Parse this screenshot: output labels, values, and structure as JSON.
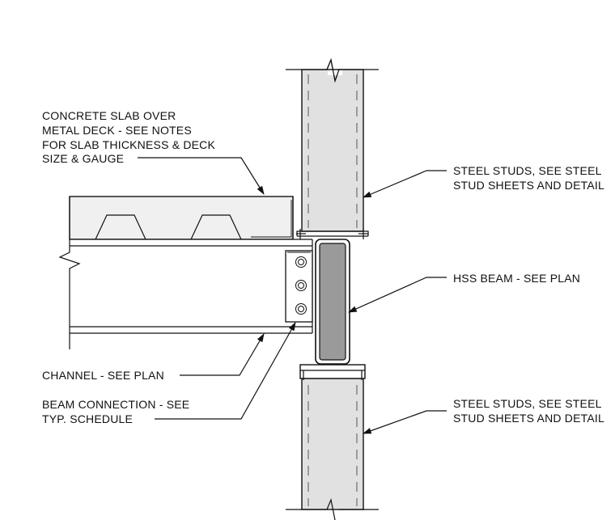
{
  "notes": {
    "slab": {
      "lines": [
        "CONCRETE SLAB OVER",
        "METAL DECK - SEE NOTES",
        "FOR SLAB THICKNESS & DECK",
        "SIZE & GAUGE"
      ]
    },
    "studs_upper": {
      "lines": [
        "STEEL STUDS, SEE STEEL",
        "STUD SHEETS AND DETAIL"
      ]
    },
    "hss_beam": {
      "lines": [
        "HSS BEAM - SEE PLAN"
      ]
    },
    "channel": {
      "lines": [
        "CHANNEL - SEE PLAN"
      ]
    },
    "beam_connection": {
      "lines": [
        "BEAM CONNECTION - SEE",
        "TYP. SCHEDULE"
      ]
    },
    "studs_lower": {
      "lines": [
        "STEEL STUDS, SEE STEEL",
        "STUD SHEETS AND DETAIL"
      ]
    }
  },
  "icons": {
    "break_line": "break-line-icon",
    "leader_arrow": "arrowhead-icon",
    "bolt": "bolt-icon"
  },
  "colors": {
    "line": "#111111",
    "stud_fill": "#e1e1e1",
    "slab_fill": "#f0f0f0",
    "hss_fill": "#9a9a9a"
  }
}
